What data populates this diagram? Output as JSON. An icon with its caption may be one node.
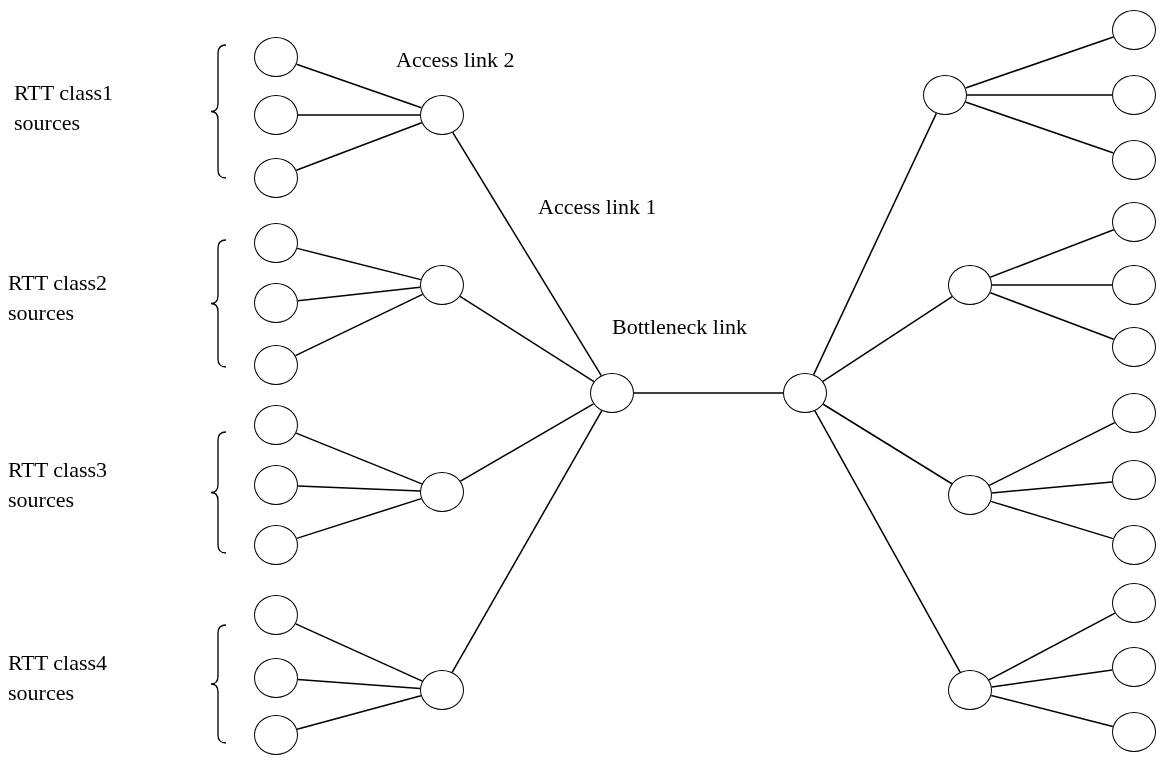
{
  "diagram": {
    "nodes": [
      {
        "text": [],
        "shape": "circle"
      },
      {
        "text": [],
        "shape": "circle"
      },
      {
        "text": [],
        "shape": "circle"
      },
      {
        "text": [],
        "shape": "circle"
      },
      {
        "text": [],
        "shape": "circle"
      },
      {
        "text": [],
        "shape": "circle"
      },
      {
        "text": [],
        "shape": "circle"
      },
      {
        "text": [],
        "shape": "circle"
      },
      {
        "text": [],
        "shape": "circle"
      },
      {
        "text": [],
        "shape": "circle"
      },
      {
        "text": [],
        "shape": "circle"
      },
      {
        "text": [],
        "shape": "circle"
      },
      {
        "text": [],
        "shape": "circle"
      },
      {
        "text": [],
        "shape": "circle"
      },
      {
        "text": [],
        "shape": "circle"
      },
      {
        "text": [],
        "shape": "circle"
      },
      {
        "text": [],
        "shape": "circle"
      },
      {
        "text": [],
        "shape": "circle"
      },
      {
        "text": [],
        "shape": "circle"
      },
      {
        "text": [],
        "shape": "circle"
      },
      {
        "text": [],
        "shape": "circle"
      },
      {
        "text": [],
        "shape": "circle"
      },
      {
        "text": [],
        "shape": "circle"
      },
      {
        "text": [],
        "shape": "circle"
      },
      {
        "text": [],
        "shape": "circle"
      },
      {
        "text": [],
        "shape": "circle"
      },
      {
        "text": [],
        "shape": "circle"
      },
      {
        "text": [],
        "shape": "circle"
      },
      {
        "text": [],
        "shape": "circle"
      },
      {
        "text": [],
        "shape": "circle"
      },
      {
        "text": [],
        "shape": "circle"
      },
      {
        "text": [],
        "shape": "circle"
      },
      {
        "text": [],
        "shape": "circle"
      },
      {
        "text": [],
        "shape": "circle"
      }
    ],
    "edges": [
      {
        "from": 0,
        "to": 3,
        "arrow": "none"
      },
      {
        "from": 1,
        "to": 3,
        "arrow": "none"
      },
      {
        "from": 2,
        "to": 3,
        "arrow": "none"
      },
      {
        "from": 4,
        "to": 7,
        "arrow": "none"
      },
      {
        "from": 5,
        "to": 7,
        "arrow": "none"
      },
      {
        "from": 6,
        "to": 7,
        "arrow": "none"
      },
      {
        "from": 8,
        "to": 11,
        "arrow": "none"
      },
      {
        "from": 9,
        "to": 11,
        "arrow": "none"
      },
      {
        "from": 10,
        "to": 11,
        "arrow": "none"
      },
      {
        "from": 12,
        "to": 15,
        "arrow": "none"
      },
      {
        "from": 13,
        "to": 15,
        "arrow": "none"
      },
      {
        "from": 14,
        "to": 15,
        "arrow": "none"
      },
      {
        "from": 3,
        "to": 16,
        "arrow": "none"
      },
      {
        "from": 7,
        "to": 16,
        "arrow": "none"
      },
      {
        "from": 11,
        "to": 16,
        "arrow": "none"
      },
      {
        "from": 15,
        "to": 16,
        "arrow": "none"
      },
      {
        "from": 16,
        "to": 17,
        "arrow": "none"
      },
      {
        "from": 17,
        "to": 18,
        "arrow": "none"
      },
      {
        "from": 17,
        "to": 22,
        "arrow": "none"
      },
      {
        "from": 17,
        "to": 26,
        "arrow": "none"
      },
      {
        "from": 17,
        "to": 30,
        "arrow": "none"
      },
      {
        "from": 18,
        "to": 19,
        "arrow": "none"
      },
      {
        "from": 18,
        "to": 20,
        "arrow": "none"
      },
      {
        "from": 18,
        "to": 21,
        "arrow": "none"
      },
      {
        "from": 22,
        "to": 23,
        "arrow": "none"
      },
      {
        "from": 22,
        "to": 24,
        "arrow": "none"
      },
      {
        "from": 22,
        "to": 25,
        "arrow": "none"
      },
      {
        "from": 26,
        "to": 27,
        "arrow": "none"
      },
      {
        "from": 26,
        "to": 28,
        "arrow": "none"
      },
      {
        "from": 26,
        "to": 29,
        "arrow": "none"
      },
      {
        "from": 30,
        "to": 31,
        "arrow": "none"
      },
      {
        "from": 30,
        "to": 32,
        "arrow": "none"
      },
      {
        "from": 30,
        "to": 33,
        "arrow": "none"
      }
    ],
    "labels": [
      "Access link 2",
      "RTT class1 sources",
      "Access link 1",
      "RTT class2 sources",
      "Bottleneck link",
      "RTT class3 sources",
      "RTT class4 sources"
    ]
  }
}
